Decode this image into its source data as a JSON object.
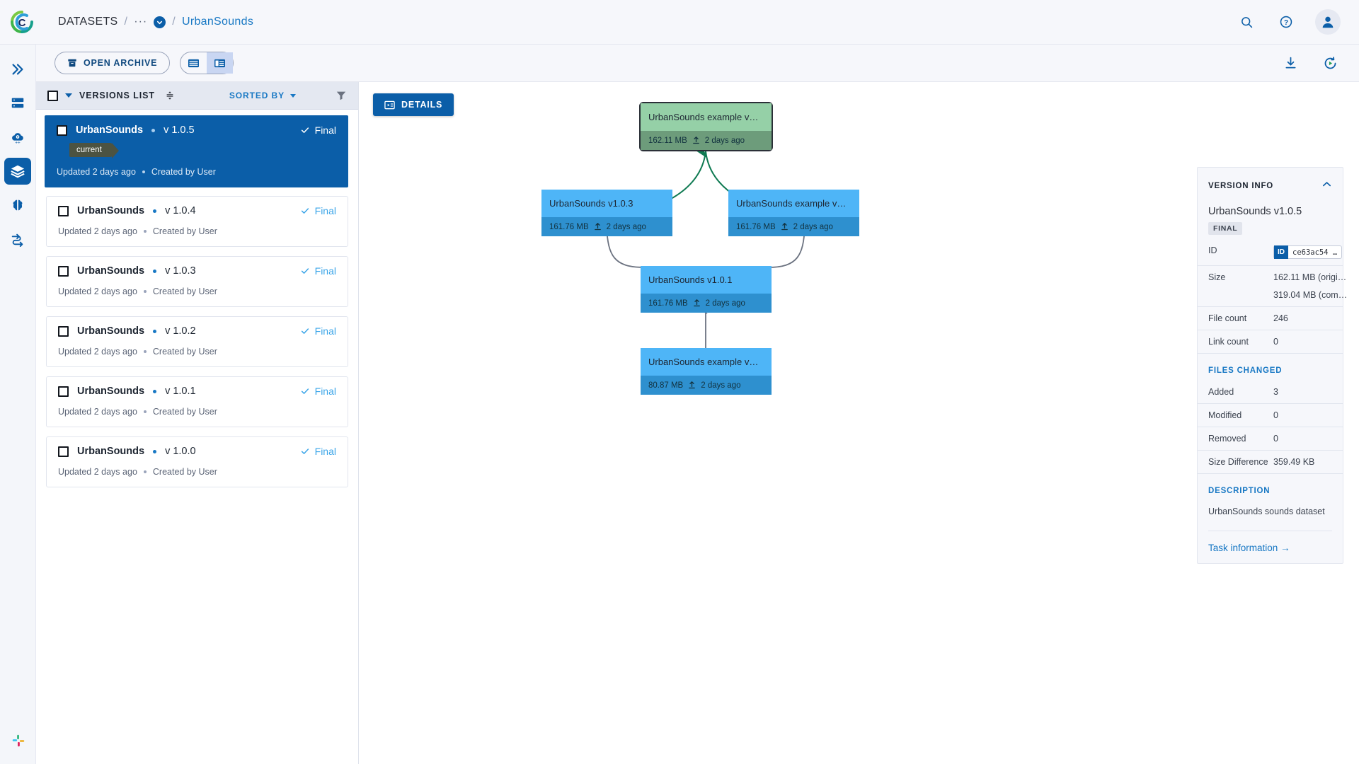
{
  "header": {
    "breadcrumb": {
      "root": "DATASETS",
      "dots": "···",
      "leaf": "UrbanSounds",
      "sep": "/"
    },
    "icons": {
      "search": "search-icon",
      "help": "help-icon",
      "avatar": "avatar-icon"
    }
  },
  "rail": {
    "items": [
      {
        "name": "expand-icon",
        "label": "Expand"
      },
      {
        "name": "datasets-icon",
        "label": "Datasets"
      },
      {
        "name": "cloud-settings-icon",
        "label": "Cloud"
      },
      {
        "name": "layers-icon",
        "label": "Versions",
        "active": true
      },
      {
        "name": "brain-icon",
        "label": "Models"
      },
      {
        "name": "workflow-icon",
        "label": "Pipelines"
      }
    ],
    "bottom": {
      "name": "slack-icon",
      "label": "Slack"
    }
  },
  "toolbar": {
    "open_archive_label": "OPEN ARCHIVE",
    "view_list_icon": "list-view-icon",
    "view_split_icon": "split-view-icon",
    "download_icon": "download-icon",
    "refresh_icon": "refresh-play-icon"
  },
  "versions_panel": {
    "title": "VERSIONS LIST",
    "density_icon": "density-icon",
    "sorted_by_label": "SORTED BY",
    "filter_icon": "filter-icon",
    "items": [
      {
        "name": "UrbanSounds",
        "version": "v 1.0.5",
        "status": "Final",
        "tag": "current",
        "meta_updated": "Updated 2 days ago",
        "meta_created": "Created by User",
        "selected": true
      },
      {
        "name": "UrbanSounds",
        "version": "v 1.0.4",
        "status": "Final",
        "tag": "",
        "meta_updated": "Updated 2 days ago",
        "meta_created": "Created by User",
        "selected": false
      },
      {
        "name": "UrbanSounds",
        "version": "v 1.0.3",
        "status": "Final",
        "tag": "",
        "meta_updated": "Updated 2 days ago",
        "meta_created": "Created by User",
        "selected": false
      },
      {
        "name": "UrbanSounds",
        "version": "v 1.0.2",
        "status": "Final",
        "tag": "",
        "meta_updated": "Updated 2 days ago",
        "meta_created": "Created by User",
        "selected": false
      },
      {
        "name": "UrbanSounds",
        "version": "v 1.0.1",
        "status": "Final",
        "tag": "",
        "meta_updated": "Updated 2 days ago",
        "meta_created": "Created by User",
        "selected": false
      },
      {
        "name": "UrbanSounds",
        "version": "v 1.0.0",
        "status": "Final",
        "tag": "",
        "meta_updated": "Updated 2 days ago",
        "meta_created": "Created by User",
        "selected": false
      }
    ]
  },
  "graph": {
    "details_label": "DETAILS",
    "nodes": [
      {
        "id": "n-top",
        "title": "UrbanSounds example v…",
        "size": "162.11 MB",
        "time": "2 days ago",
        "color": "green",
        "selected": true
      },
      {
        "id": "n-left",
        "title": "UrbanSounds v1.0.3",
        "size": "161.76 MB",
        "time": "2 days ago",
        "color": "blue",
        "selected": false
      },
      {
        "id": "n-right",
        "title": "UrbanSounds example v…",
        "size": "161.76 MB",
        "time": "2 days ago",
        "color": "blue",
        "selected": false
      },
      {
        "id": "n-mid",
        "title": "UrbanSounds v1.0.1",
        "size": "161.76 MB",
        "time": "2 days ago",
        "color": "blue",
        "selected": false
      },
      {
        "id": "n-base",
        "title": "UrbanSounds example v…",
        "size": "80.87 MB",
        "time": "2 days ago",
        "color": "blue",
        "selected": false
      }
    ],
    "colors": {
      "edge_gray": "#6b7280",
      "edge_green": "#0f7a52",
      "blue_head": "#4eb5f7",
      "blue_foot": "#2e90cf",
      "green_head": "#95d0a7",
      "green_foot": "#6d9c7b"
    }
  },
  "info": {
    "section_title": "VERSION INFO",
    "collapse_icon": "chevron-up-icon",
    "title": "UrbanSounds v1.0.5",
    "badge": "FINAL",
    "rows": [
      {
        "key": "ID",
        "value": "ce63ac54 …",
        "pill": "ID"
      },
      {
        "key": "Size",
        "value": "162.11 MB (origi…"
      },
      {
        "key": "",
        "value": "319.04 MB (com…"
      },
      {
        "key": "File count",
        "value": "246"
      },
      {
        "key": "Link count",
        "value": "0"
      }
    ],
    "files_changed_title": "FILES CHANGED",
    "files_changed": [
      {
        "key": "Added",
        "value": "3"
      },
      {
        "key": "Modified",
        "value": "0"
      },
      {
        "key": "Removed",
        "value": "0"
      },
      {
        "key": "Size Difference",
        "value": "359.49 KB"
      }
    ],
    "description_title": "DESCRIPTION",
    "description": "UrbanSounds sounds dataset",
    "task_link": "Task information →"
  },
  "colors": {
    "brand_blue": "#0b5ea8",
    "link_blue": "#1878c4",
    "panel_bg": "#f6f7fb"
  }
}
